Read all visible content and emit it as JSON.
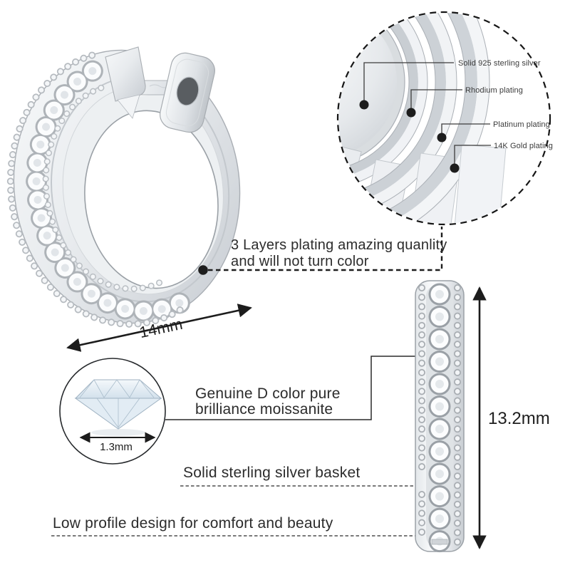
{
  "plating_diagram": {
    "layer_labels": [
      "Solid 925 sterling silver",
      "Rhodium plating",
      "Platinum plating",
      "14K Gold plating"
    ],
    "note_line1": "3 Layers plating amazing quanlity",
    "note_line2": "and will not turn color"
  },
  "dimensions": {
    "front_width": "14mm",
    "side_height": "13.2mm",
    "stone_diameter": "1.3mm"
  },
  "stone": {
    "note_line1": "Genuine D color pure",
    "note_line2": "brilliance moissanite"
  },
  "features": {
    "basket": "Solid sterling silver basket",
    "low_profile": "Low profile design for comfort and beauty"
  },
  "colors": {
    "ink": "#1d1d1d",
    "text": "#2d2d2d",
    "silver_light": "#f6f8f9",
    "silver_dark": "#c9ced3",
    "stone_tint": "#e2ecf4"
  }
}
